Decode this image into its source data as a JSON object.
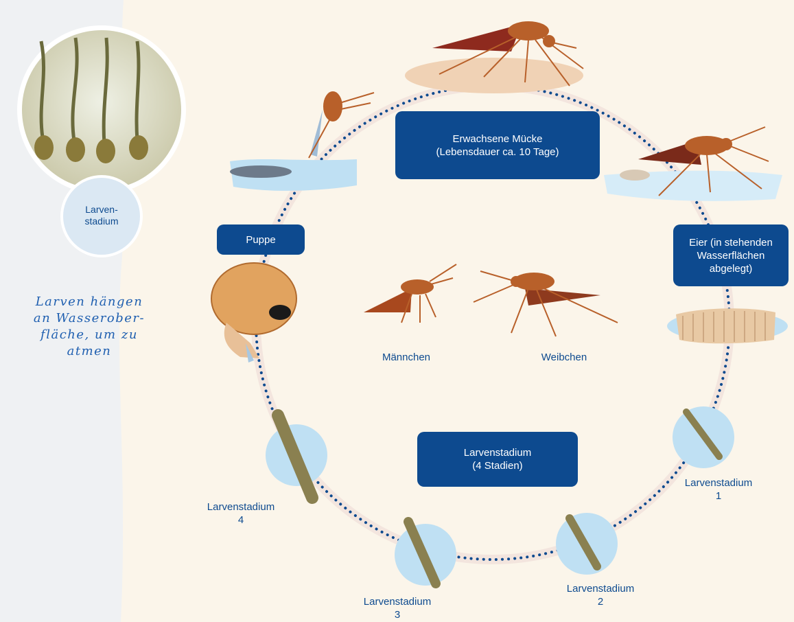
{
  "boxes": {
    "adult": "Erwachsene Mücke\n(Lebensdauer ca. 10 Tage)",
    "pupa": "Puppe",
    "eggs": "Eier (in stehenden\nWasserflächen\nabgelegt)",
    "larva": "Larvenstadium\n(4 Stadien)"
  },
  "labels": {
    "male": "Männchen",
    "female": "Weibchen",
    "larva_1": "Larvenstadium\n1",
    "larva_2": "Larvenstadium\n2",
    "larva_3": "Larvenstadium\n3",
    "larva_4": "Larvenstadium\n4"
  },
  "side": {
    "photo_label": "Larven-\nstadium",
    "note": "Larven hängen\nan Wasserober-\nfläche, um zu\natmen"
  },
  "colors": {
    "box_fill": "#0d4a8f",
    "label_text": "#0d4a8f",
    "handwriting": "#1f5fb0",
    "background": "#fbf5ea",
    "water": "#bfe0f3",
    "mosquito": "#b8602a"
  }
}
